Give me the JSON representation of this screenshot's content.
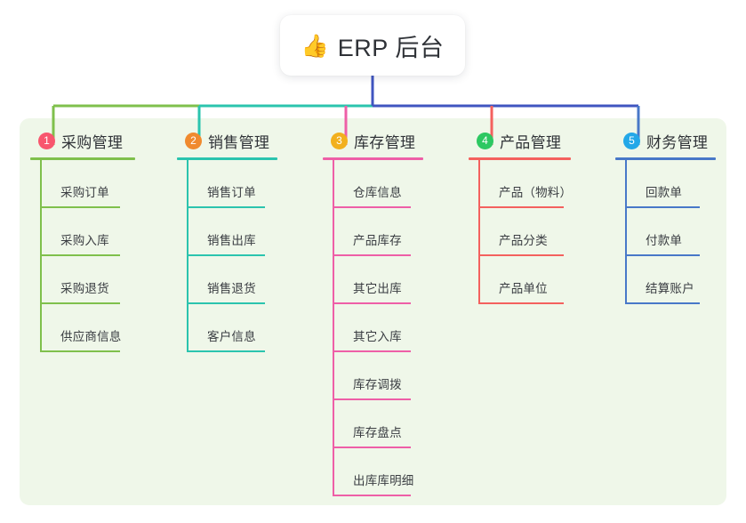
{
  "root": {
    "icon": "thumbs-up-icon",
    "emoji": "👍",
    "title": "ERP 后台"
  },
  "theme": {
    "panel_bg": "#eff7e9",
    "page_bg": "#ffffff",
    "root_trunk": "#4055c0",
    "text": "#2f3237"
  },
  "branches": [
    {
      "number": "1",
      "title": "采购管理",
      "badge_color": "#f8566e",
      "line_color": "#7fc04c",
      "children": [
        {
          "label": "采购订单"
        },
        {
          "label": "采购入库"
        },
        {
          "label": "采购退货"
        },
        {
          "label": "供应商信息"
        }
      ]
    },
    {
      "number": "2",
      "title": "销售管理",
      "badge_color": "#f08a2e",
      "line_color": "#2bc4ae",
      "children": [
        {
          "label": "销售订单"
        },
        {
          "label": "销售出库"
        },
        {
          "label": "销售退货"
        },
        {
          "label": "客户信息"
        }
      ]
    },
    {
      "number": "3",
      "title": "库存管理",
      "badge_color": "#f2b01e",
      "line_color": "#ee5fa7",
      "children": [
        {
          "label": "仓库信息"
        },
        {
          "label": "产品库存"
        },
        {
          "label": "其它出库"
        },
        {
          "label": "其它入库"
        },
        {
          "label": "库存调拨"
        },
        {
          "label": "库存盘点"
        },
        {
          "label": "出库库明细"
        }
      ]
    },
    {
      "number": "4",
      "title": "产品管理",
      "badge_color": "#2dc862",
      "line_color": "#f4615e",
      "children": [
        {
          "label": "产品（物料）"
        },
        {
          "label": "产品分类"
        },
        {
          "label": "产品单位"
        }
      ]
    },
    {
      "number": "5",
      "title": "财务管理",
      "badge_color": "#23a8e8",
      "line_color": "#4878c8",
      "children": [
        {
          "label": "回款单"
        },
        {
          "label": "付款单"
        },
        {
          "label": "结算账户"
        }
      ]
    }
  ]
}
